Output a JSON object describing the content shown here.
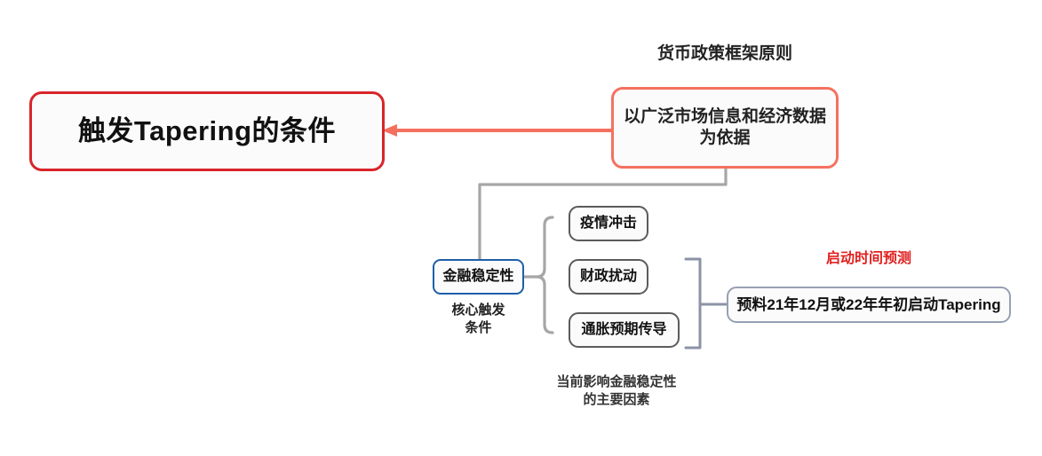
{
  "diagram": {
    "type": "mind-map",
    "title_text": "触发Tapering的条件",
    "root": {
      "label": "触发Tapering的条件",
      "border_color": "#d8252b"
    },
    "principle": {
      "caption": "货币政策框架原则",
      "label": "以广泛市场信息和经济数据为依据",
      "border_color": "#f5715f"
    },
    "core": {
      "label": "金融稳定性",
      "caption": "核心触发\n条件",
      "caption_line1": "核心触发",
      "caption_line2": "条件",
      "border_color": "#1f5fa8"
    },
    "factors": {
      "caption_line1": "当前影响金融稳定性",
      "caption_line2": "的主要因素",
      "border_color": "#5b5b5b",
      "items": [
        {
          "label": "疫情冲击"
        },
        {
          "label": "财政扰动"
        },
        {
          "label": "通胀预期传导"
        }
      ]
    },
    "prediction": {
      "caption": "启动时间预测",
      "caption_color": "#e0201f",
      "label": "预料21年12月或22年年初启动Tapering",
      "border_color": "#97a0b4"
    },
    "connectors": {
      "root_link_color": "#f4705e",
      "tree_link_color": "#a6a6a6",
      "brace_left_color": "#a6a6a6",
      "brace_right_color": "#8b93a6"
    }
  }
}
